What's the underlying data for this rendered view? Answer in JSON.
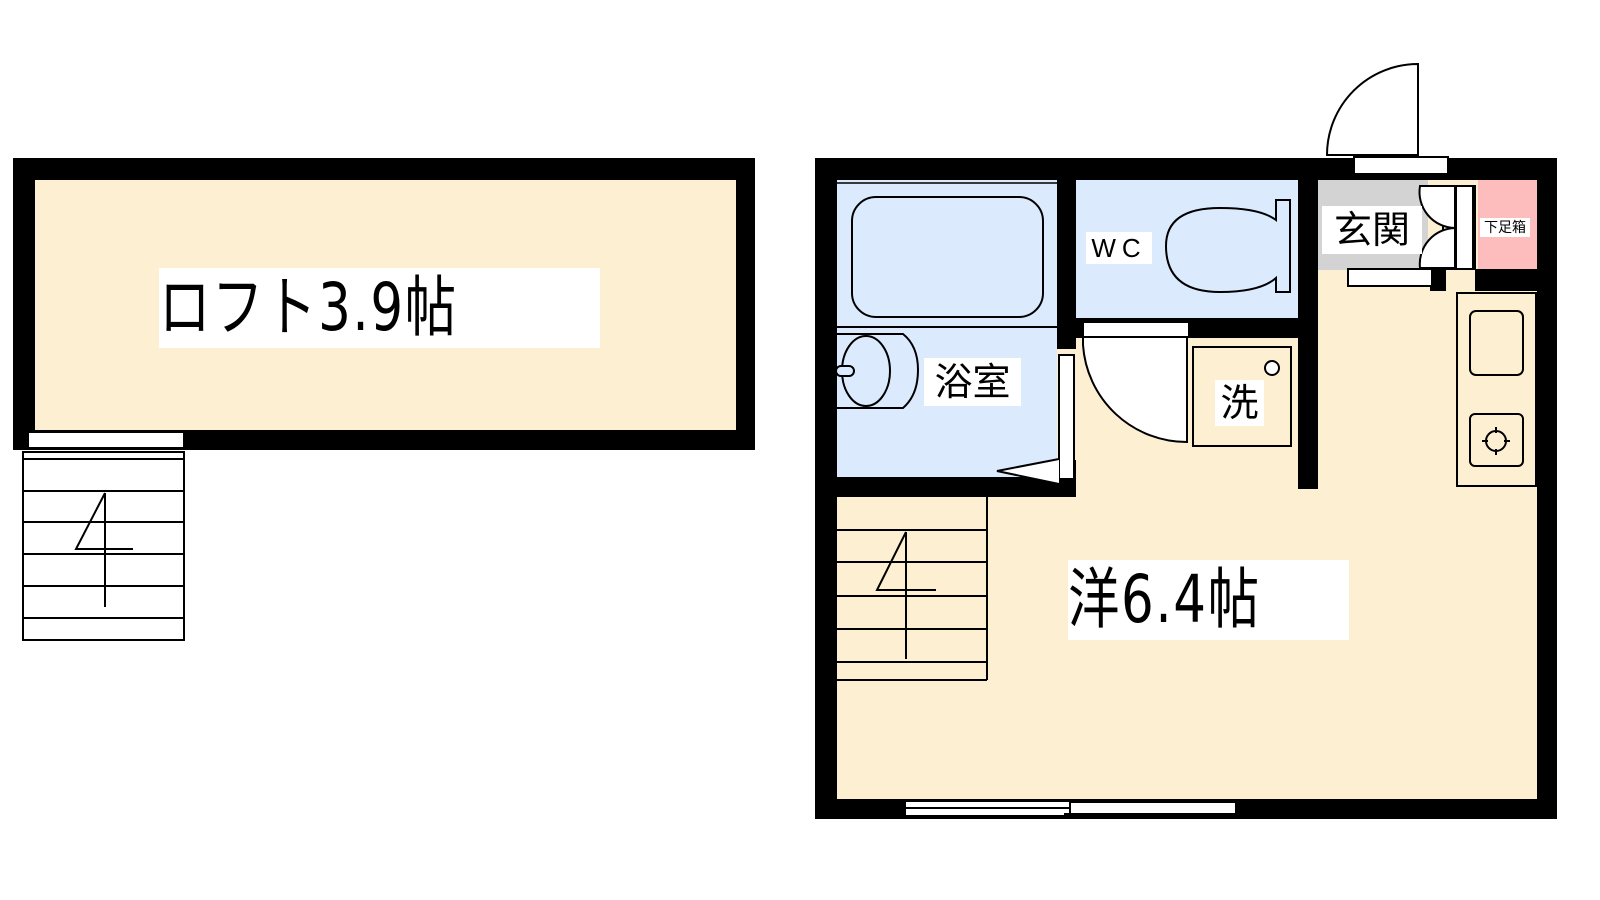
{
  "floor_plan": {
    "colors": {
      "wall": "#000000",
      "living_floor": "#fdf0d2",
      "wet_area": "#dbeafd",
      "entrance": "#d3d3d3",
      "shoe_box": "#fdbdbd",
      "background": "#ffffff"
    },
    "loft": {
      "label": "ロフト3.9帖",
      "type": "loft",
      "area_jo": 3.9
    },
    "ground_floor": {
      "rooms": [
        {
          "id": "western_room",
          "label": "洋6.4帖",
          "type": "western-style room",
          "area_jo": 6.4
        },
        {
          "id": "bathroom",
          "label": "浴室",
          "type": "bathroom"
        },
        {
          "id": "wc",
          "label": "WC",
          "type": "toilet"
        },
        {
          "id": "entrance",
          "label": "玄関",
          "type": "entrance"
        },
        {
          "id": "washer",
          "label": "洗",
          "type": "washing machine space"
        },
        {
          "id": "shoe_box",
          "label": "下足箱",
          "type": "shoe cabinet"
        }
      ],
      "fixtures": [
        "bathtub",
        "washbasin",
        "toilet",
        "kitchen-sink",
        "gas-stove",
        "stairs",
        "sliding-window",
        "front-door"
      ]
    }
  }
}
